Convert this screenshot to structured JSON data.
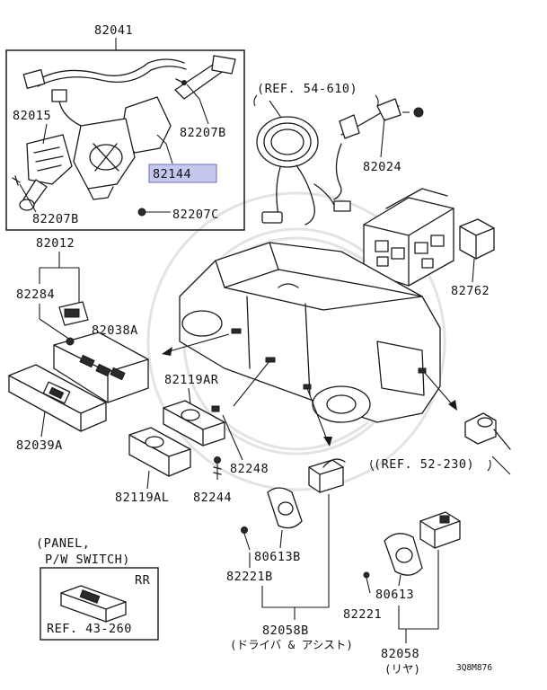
{
  "callouts": {
    "c82041": "82041",
    "c82015": "82015",
    "c82207B_top": "82207B",
    "c82144": "82144",
    "c82207B_bot": "82207B",
    "c82207C": "82207C",
    "ref54": "(REF. 54-610)",
    "c82024": "82024",
    "c82762": "82762",
    "c82012": "82012",
    "c82284": "82284",
    "c82038A": "82038A",
    "c82039A": "82039A",
    "c82119AR": "82119AR",
    "c82248": "82248",
    "c82119AL": "82119AL",
    "c82244": "82244",
    "ref52": "(REF. 52-230)",
    "c80613B": "80613B",
    "c82221B": "82221B",
    "c82058B": "82058B",
    "c82058B_sub": "(ドライバ & アシスト)",
    "c80613": "80613",
    "c82221": "82221",
    "c82058": "82058",
    "c82058_sub": "(リヤ)",
    "diagram_code": "3Q8M876"
  },
  "inset": {
    "line1": "(PANEL,",
    "line2": "P/W SWITCH)",
    "corner": "RR",
    "ref": "REF. 43-260"
  },
  "highlight_color": "#c5c8ee"
}
